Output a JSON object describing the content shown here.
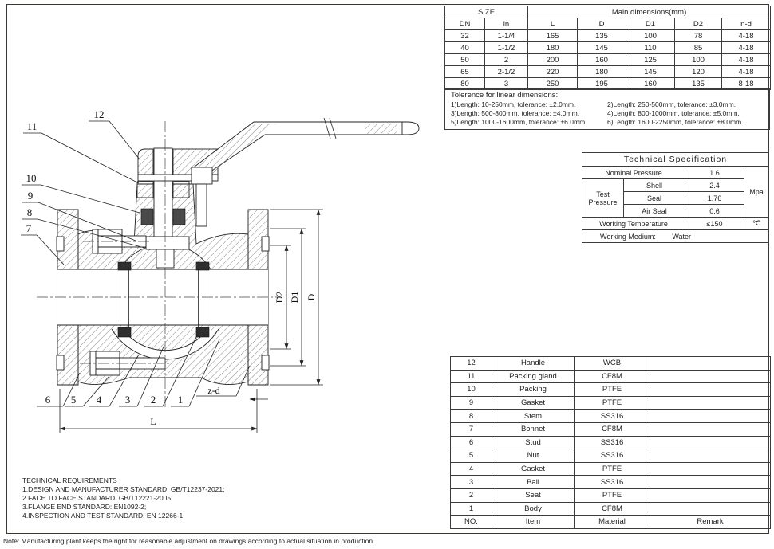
{
  "size_table": {
    "size_header": "SIZE",
    "main_header": "Main dimensions(mm)",
    "columns": [
      "DN",
      "in",
      "L",
      "D",
      "D1",
      "D2",
      "n-d"
    ],
    "rows": [
      [
        "32",
        "1-1/4",
        "165",
        "135",
        "100",
        "78",
        "4-18"
      ],
      [
        "40",
        "1-1/2",
        "180",
        "145",
        "110",
        "85",
        "4-18"
      ],
      [
        "50",
        "2",
        "200",
        "160",
        "125",
        "100",
        "4-18"
      ],
      [
        "65",
        "2-1/2",
        "220",
        "180",
        "145",
        "120",
        "4-18"
      ],
      [
        "80",
        "3",
        "250",
        "195",
        "160",
        "135",
        "8-18"
      ]
    ]
  },
  "tolerance": {
    "title": "Tolerence for linear dimensions:",
    "items_left": [
      "1)Length: 10-250mm, tolerance: ±2.0mm.",
      "3)Length: 500-800mm, tolerance: ±4.0mm.",
      "5)Length: 1000-1600mm, tolerance: ±6.0mm."
    ],
    "items_right": [
      "2)Length: 250-500mm, tolerance: ±3.0mm.",
      "4)Length: 800-1000mm, tolerance: ±5.0mm.",
      "6)Length: 1600-2250mm, tolerance: ±8.0mm."
    ]
  },
  "spec_table": {
    "title": "Technical  Specification",
    "nominal_pressure_label": "Nominal Pressure",
    "nominal_pressure_value": "1.6",
    "test_pressure_line1": "Test",
    "test_pressure_line2": "Pressure",
    "rows": [
      {
        "label": "Shell",
        "value": "2.4"
      },
      {
        "label": "Seal",
        "value": "1.76"
      },
      {
        "label": "Air Seal",
        "value": "0.6"
      }
    ],
    "pressure_unit": "Mpa",
    "working_temp_label": "Working Temperature",
    "working_temp_value": "≤150",
    "temp_unit": "℃",
    "working_medium_label": "Working Medium:",
    "working_medium_value": "Water"
  },
  "parts_table": {
    "rows": [
      [
        "12",
        "Handle",
        "WCB",
        ""
      ],
      [
        "11",
        "Packing gland",
        "CF8M",
        ""
      ],
      [
        "10",
        "Packing",
        "PTFE",
        ""
      ],
      [
        "9",
        "Gasket",
        "PTFE",
        ""
      ],
      [
        "8",
        "Stem",
        "SS316",
        ""
      ],
      [
        "7",
        "Bonnet",
        "CF8M",
        ""
      ],
      [
        "6",
        "Stud",
        "SS316",
        ""
      ],
      [
        "5",
        "Nut",
        "SS316",
        ""
      ],
      [
        "4",
        "Gasket",
        "PTFE",
        ""
      ],
      [
        "3",
        "Ball",
        "SS316",
        ""
      ],
      [
        "2",
        "Seat",
        "PTFE",
        ""
      ],
      [
        "1",
        "Body",
        "CF8M",
        ""
      ]
    ],
    "footer": [
      "NO.",
      "Item",
      "Material",
      "Remark"
    ]
  },
  "technical_requirements": {
    "title": "TECHNICAL REQUIREMENTS",
    "items": [
      "1.DESIGN AND MANUFACTURER STANDARD: GB/T12237-2021;",
      "2.FACE TO FACE STANDARD: GB/T12221-2005;",
      "3.FLANGE END STANDARD: EN1092-2;",
      "4.INSPECTION AND TEST STANDARD: EN 12266-1;"
    ]
  },
  "note": "Note: Manufacturing plant keeps the right for reasonable adjustment on drawings according to actual situation in production.",
  "drawing": {
    "callouts": [
      "1",
      "2",
      "3",
      "4",
      "5",
      "6",
      "7",
      "8",
      "9",
      "10",
      "11",
      "12"
    ],
    "dim_length": "L",
    "dim_d": "D",
    "dim_d1": "D1",
    "dim_d2": "D2",
    "dim_holes": "z-d"
  }
}
